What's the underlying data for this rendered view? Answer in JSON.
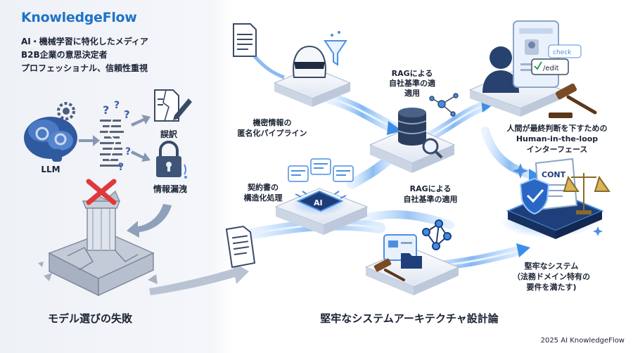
{
  "brand": {
    "name": "KnowledgeFlow",
    "taglines": [
      "AI・機械学習に特化したメディア",
      "B2B企業の意思決定者",
      "プロフェッショナル、信頼性重視"
    ],
    "copyright": "2025 AI KnowledgeFlow"
  },
  "left_panel": {
    "llm_label": "LLM",
    "mistranslation_label": "誤訳",
    "leak_label": "情報漏洩",
    "failure_label": "モデル選びの失敗"
  },
  "pipeline": {
    "anonymize_label": [
      "機密情報の",
      "匿名化パイプライン"
    ],
    "rag_top_label": [
      "RAGによる",
      "自社基準の適",
      "適用"
    ],
    "hitl_label": [
      "人間が最終判断を下すための",
      "Human-in-the-loop",
      "インターフェース"
    ],
    "contract_label": [
      "契約書の",
      "構造化処理"
    ],
    "rag_mid_label": [
      "RAGによる",
      "自社基準の適用"
    ],
    "robust_label": [
      "堅牢なシステム",
      "（法務ドメイン特有の",
      "要件を満たす)"
    ],
    "architecture_title": "堅牢なシステムアーキテクチャ設計論",
    "chip_text": "AI",
    "badge_check": "check",
    "badge_edit": "/edit",
    "doc_cont": "CONT"
  },
  "colors": {
    "brand_blue": "#1f73c7",
    "flow_blue": "#3d8ee8",
    "danger_red": "#e0393a",
    "navy": "#1f3f7a"
  }
}
